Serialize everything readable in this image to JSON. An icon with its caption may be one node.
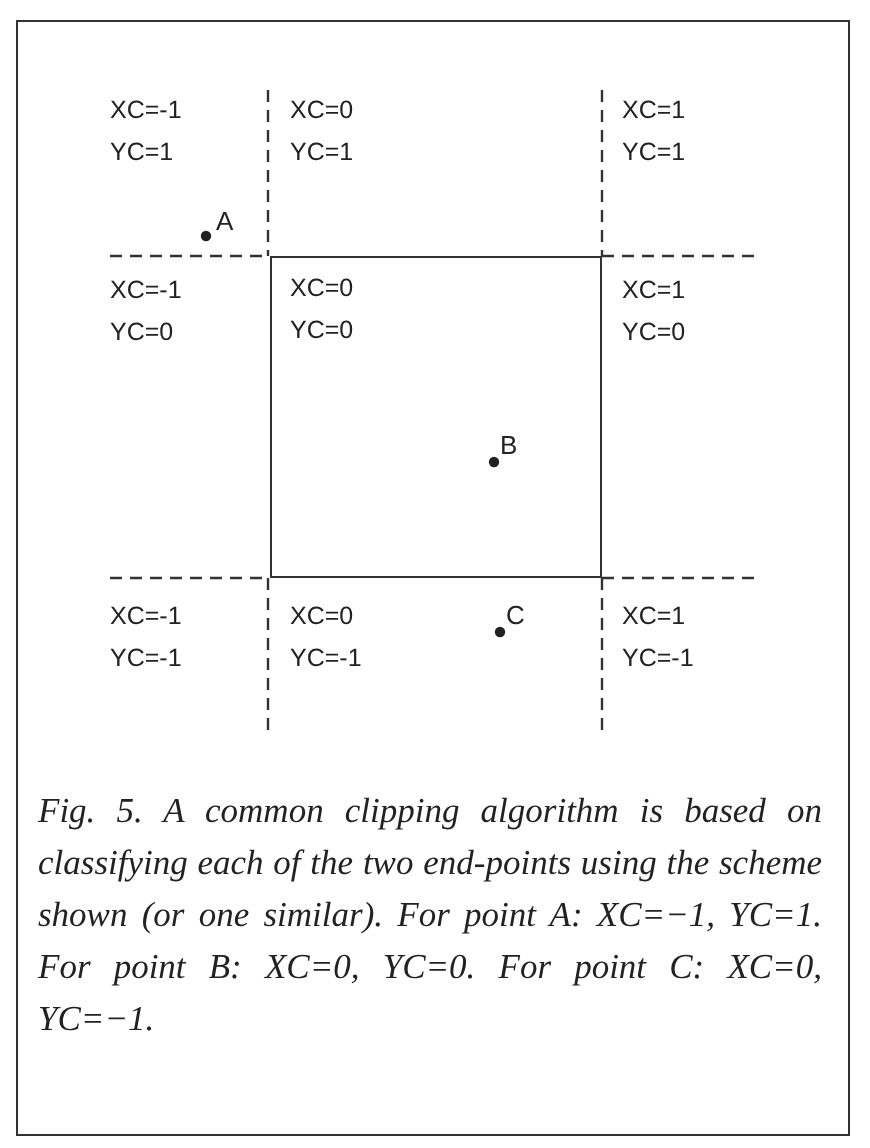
{
  "diagram": {
    "caption": "Fig. 5. A common clipping algorithm is based on classifying each of the two end-points using the scheme shown (or one similar). For point A: XC=−1, YC=1. For point B: XC=0, YC=0. For point C: XC=0, YC=−1.",
    "nodes": [
      {
        "text": [
          "XC=0 YC=0"
        ]
      }
    ],
    "labels": [
      "XC=-1 YC=1",
      "XC=0 YC=1",
      "XC=1 YC=1",
      "A",
      "XC=-1 YC=0",
      "XC=1 YC=0",
      "B",
      "XC=-1 YC=-1",
      "XC=0 YC=-1",
      "C",
      "XC=1 YC=-1"
    ]
  }
}
